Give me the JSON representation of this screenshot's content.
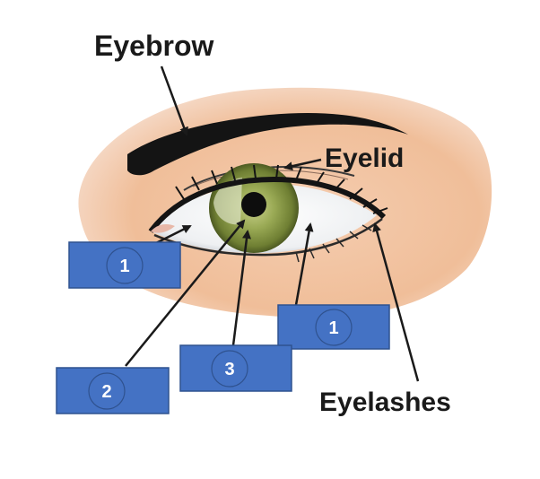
{
  "labels": {
    "eyebrow": "Eyebrow",
    "eyelid": "Eyelid",
    "eyelashes": "Eyelashes"
  },
  "badges": [
    {
      "number": "1"
    },
    {
      "number": "1"
    },
    {
      "number": "2"
    },
    {
      "number": "3"
    }
  ],
  "colors": {
    "skin": "#f2c4a0",
    "badge_fill": "#4472c4",
    "badge_border": "#2f528f",
    "iris": "#8a9a4a",
    "brow": "#141414"
  }
}
